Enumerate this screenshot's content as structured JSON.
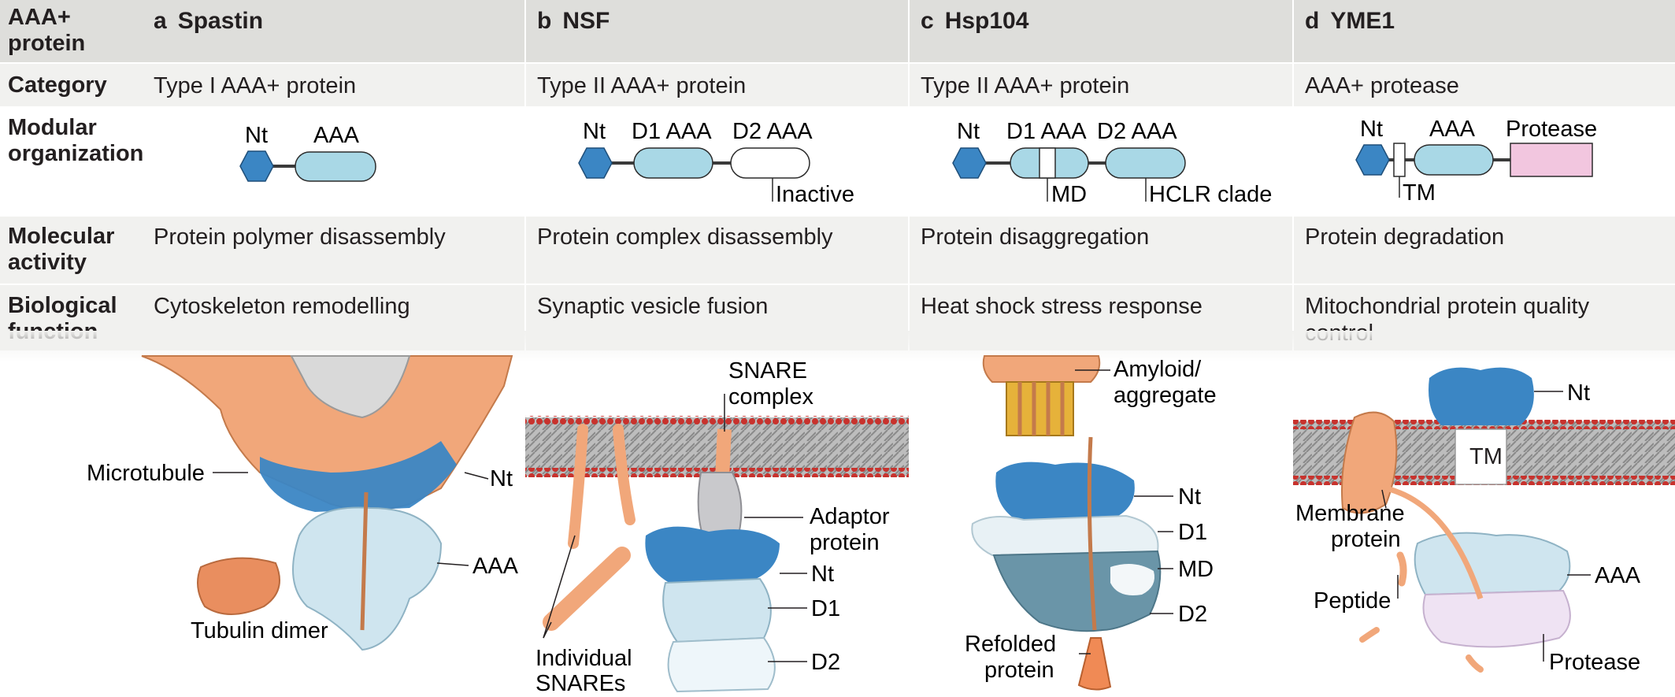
{
  "header": {
    "corner_label": "AAA+ protein",
    "columns": [
      {
        "letter": "a",
        "name": "Spastin"
      },
      {
        "letter": "b",
        "name": "NSF"
      },
      {
        "letter": "c",
        "name": "Hsp104"
      },
      {
        "letter": "d",
        "name": "YME1"
      }
    ]
  },
  "rows": {
    "category": {
      "label": "Category",
      "values": [
        "Type I AAA+ protein",
        "Type II AAA+ protein",
        "Type II AAA+ protein",
        "AAA+ protease"
      ]
    },
    "modular": {
      "label": "Modular organization"
    },
    "activity": {
      "label": "Molecular activity",
      "values": [
        "Protein polymer disassembly",
        "Protein complex disassembly",
        "Protein disaggregation",
        "Protein degradation"
      ]
    },
    "function": {
      "label": "Biological function",
      "values": [
        "Cytoskeleton remodelling",
        "Synaptic vesicle fusion",
        "Heat shock stress response",
        "Mitochondrial protein quality control"
      ]
    }
  },
  "modular": {
    "spastin": {
      "nt": "Nt",
      "aaa": "AAA"
    },
    "nsf": {
      "nt": "Nt",
      "d1": "D1 AAA",
      "d2": "D2 AAA",
      "inactive": "Inactive"
    },
    "hsp104": {
      "nt": "Nt",
      "d1": "D1 AAA",
      "d2": "D2 AAA",
      "md": "MD",
      "hclr": "HCLR clade"
    },
    "yme1": {
      "nt": "Nt",
      "aaa": "AAA",
      "protease": "Protease",
      "tm": "TM"
    }
  },
  "structures": {
    "spastin": {
      "microtubule": "Microtubule",
      "nt": "Nt",
      "aaa": "AAA",
      "tubulin_dimer": "Tubulin dimer"
    },
    "nsf": {
      "snare_complex": "SNARE complex",
      "adaptor_protein": "Adaptor protein",
      "nt": "Nt",
      "d1": "D1",
      "d2": "D2",
      "individual_snares": "Individual SNAREs"
    },
    "hsp104": {
      "amyloid": "Amyloid/ aggregate",
      "nt": "Nt",
      "d1": "D1",
      "md": "MD",
      "d2": "D2",
      "refolded": "Refolded protein"
    },
    "yme1": {
      "nt": "Nt",
      "tm": "TM",
      "membrane_protein": "Membrane protein",
      "peptide": "Peptide",
      "aaa": "AAA",
      "protease": "Protease"
    }
  },
  "colors": {
    "nt_blue": "#3b86c4",
    "aaa_light_blue": "#a9d8e6",
    "protease_pink": "#f2c6df",
    "substrate_orange": "#f1a77a",
    "membrane_red": "#c8322d",
    "header_grey": "#dededb",
    "row_alt_grey": "#f1f1ef"
  }
}
